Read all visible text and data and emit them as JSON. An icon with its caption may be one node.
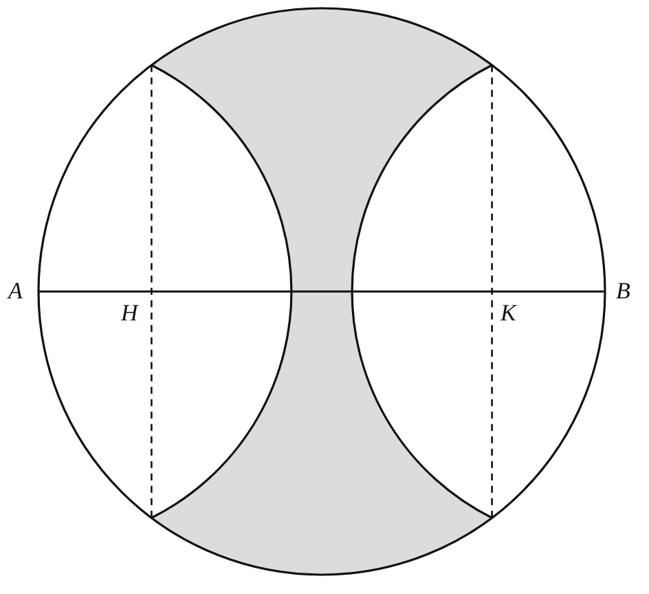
{
  "diagram": {
    "labels": [
      "A",
      "H",
      "K",
      "B"
    ]
  }
}
